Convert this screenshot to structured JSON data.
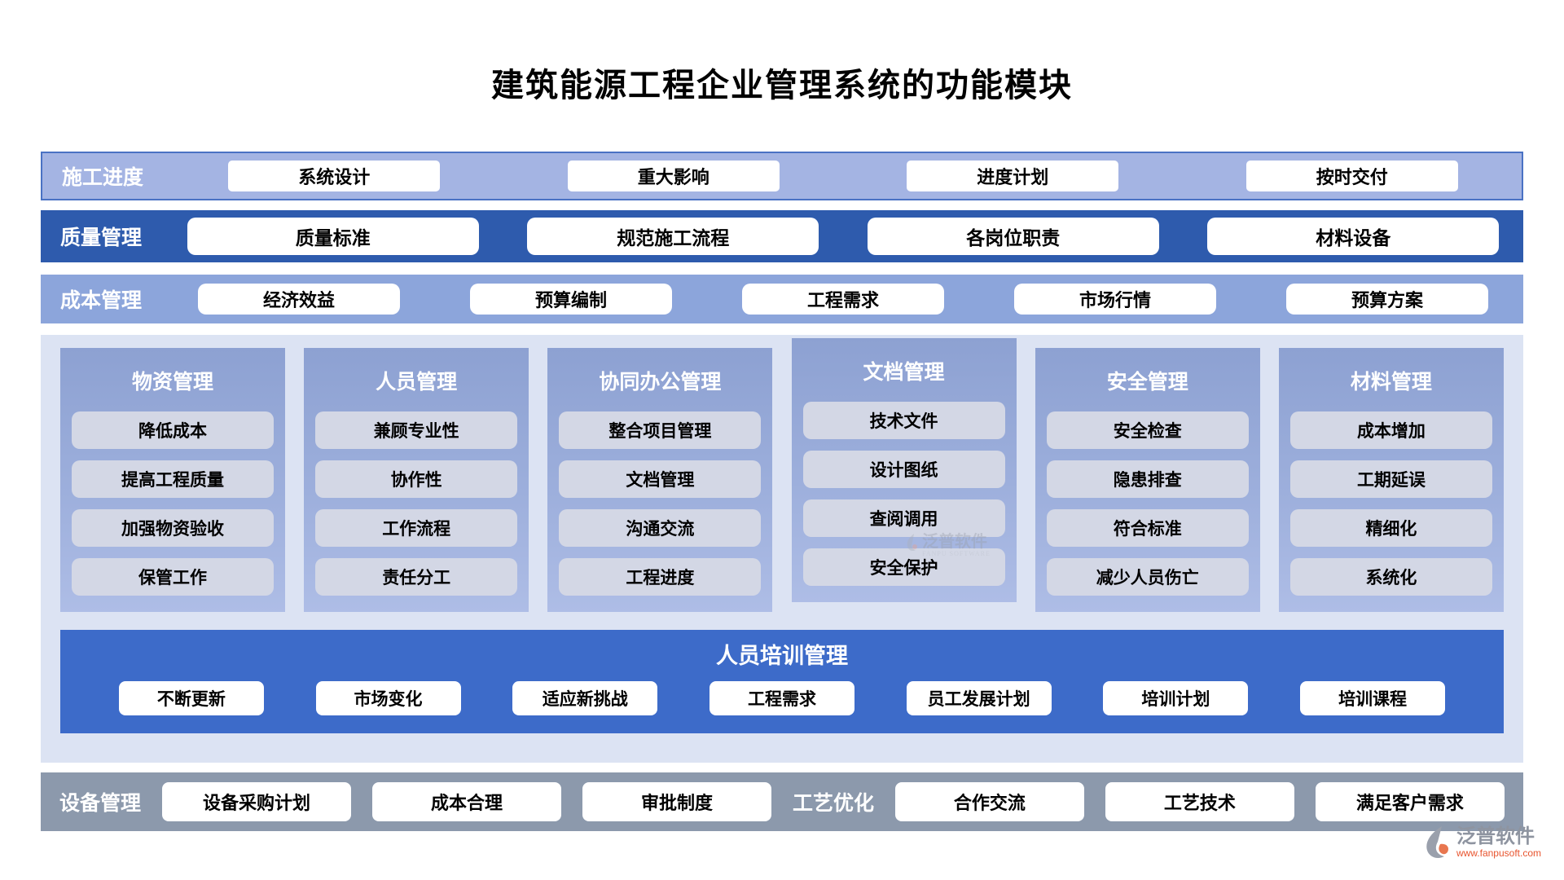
{
  "title": "建筑能源工程企业管理系统的功能模块",
  "rows": [
    {
      "label": "施工进度",
      "items": [
        "系统设计",
        "重大影响",
        "进度计划",
        "按时交付"
      ]
    },
    {
      "label": "质量管理",
      "items": [
        "质量标准",
        "规范施工流程",
        "各岗位职责",
        "材料设备"
      ]
    },
    {
      "label": "成本管理",
      "items": [
        "经济效益",
        "预算编制",
        "工程需求",
        "市场行情",
        "预算方案"
      ]
    }
  ],
  "columns": [
    {
      "title": "物资管理",
      "items": [
        "降低成本",
        "提高工程质量",
        "加强物资验收",
        "保管工作"
      ]
    },
    {
      "title": "人员管理",
      "items": [
        "兼顾专业性",
        "协作性",
        "工作流程",
        "责任分工"
      ]
    },
    {
      "title": "协同办公管理",
      "items": [
        "整合项目管理",
        "文档管理",
        "沟通交流",
        "工程进度"
      ]
    },
    {
      "title": "文档管理",
      "items": [
        "技术文件",
        "设计图纸",
        "查阅调用",
        "安全保护"
      ]
    },
    {
      "title": "安全管理",
      "items": [
        "安全检查",
        "隐患排查",
        "符合标准",
        "减少人员伤亡"
      ]
    },
    {
      "title": "材料管理",
      "items": [
        "成本增加",
        "工期延误",
        "精细化",
        "系统化"
      ]
    }
  ],
  "training": {
    "title": "人员培训管理",
    "items": [
      "不断更新",
      "市场变化",
      "适应新挑战",
      "工程需求",
      "员工发展计划",
      "培训计划",
      "培训课程"
    ]
  },
  "bottom": {
    "groups": [
      {
        "label": "设备管理",
        "items": [
          "设备采购计划",
          "成本合理",
          "审批制度"
        ]
      },
      {
        "label": "工艺优化",
        "items": [
          "合作交流",
          "工艺技术",
          "满足客户需求"
        ]
      }
    ]
  },
  "watermark": {
    "faint_name": "泛普软件",
    "faint_sub": "FANPU SOFTWARE",
    "brand_name": "泛普软件",
    "brand_url": "www.fanpusoft.com"
  },
  "colors": {
    "band1_bg": "#a4b4e3",
    "band1_border": "#4a72c4",
    "band2_bg": "#2e5bad",
    "band3_bg": "#8ca5db",
    "mid_bg": "#dce3f3",
    "column_bg": "#8da1d2",
    "column_item_bg": "#d3d7e5",
    "training_bg": "#3d6bc9",
    "bottom_bg": "#8c99ac",
    "brand_orange": "#e8542e"
  }
}
